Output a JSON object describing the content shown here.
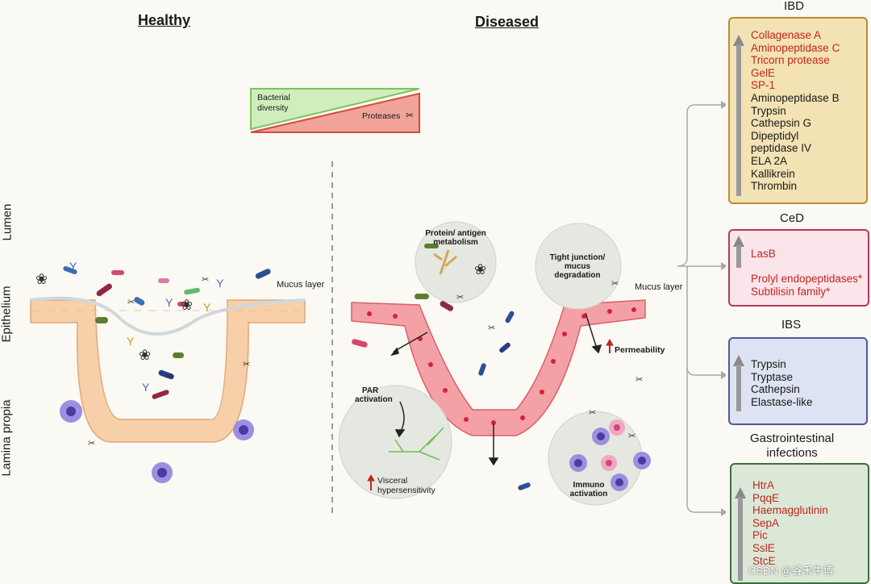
{
  "headings": {
    "healthy": "Healthy",
    "diseased": "Diseased"
  },
  "side_labels": {
    "lumen": "Lumen",
    "epithelium": "Epithelium",
    "lamina": "Lamina propia"
  },
  "triangle": {
    "bacterial": [
      "Bacterial",
      "diversity"
    ],
    "proteases": "Proteases"
  },
  "mucus_left": "Mucus layer",
  "mucus_right": "Mucus layer",
  "circles": {
    "protein": [
      "Protein/ antigen",
      "metabolism"
    ],
    "tight": [
      "Tight junction/",
      "mucus",
      "degradation"
    ],
    "par": [
      "PAR",
      "activation"
    ],
    "immuno": [
      "Immuno",
      "activation"
    ]
  },
  "permeability": "Permeability",
  "visceral": [
    "Visceral",
    "hypersensitivity"
  ],
  "boxes": {
    "ibd": {
      "title": "IBD",
      "red": [
        "Collagenase A",
        "Aminopeptidase C",
        "Tricorn protease",
        "GelE",
        "SP-1"
      ],
      "black": [
        "Aminopeptidase B",
        "Trypsin",
        "Cathepsin G",
        "Dipeptidyl",
        "peptidase IV",
        "ELA 2A",
        "Kallikrein",
        "Thrombin"
      ],
      "fill": "#f3e2b3",
      "border": "#b88c35"
    },
    "ced": {
      "title": "CeD",
      "items_red": [
        "LasB",
        "",
        "Prolyl endopeptidases*",
        "Subtilisin family*"
      ],
      "fill": "#fbe4ea",
      "border": "#b33a5a"
    },
    "ibs": {
      "title": "IBS",
      "items": [
        "Trypsin",
        "Tryptase",
        "Cathepsin",
        "Elastase-like"
      ],
      "fill": "#dde3f2",
      "border": "#4e5a96"
    },
    "gi": {
      "title": [
        "Gastrointestinal",
        "infections"
      ],
      "items_red": [
        "HtrA",
        "PqqE",
        "Haemagglutinin",
        "SepA",
        "Pic",
        "SslE",
        "StcE"
      ],
      "fill": "#dbe8d7",
      "border": "#3b6e3e"
    }
  },
  "watermark": "CSDN @谷禾牛博",
  "colors": {
    "red_text": "#c0271e",
    "green_tri": "#cfeebb",
    "red_tri": "#f2a49a"
  }
}
